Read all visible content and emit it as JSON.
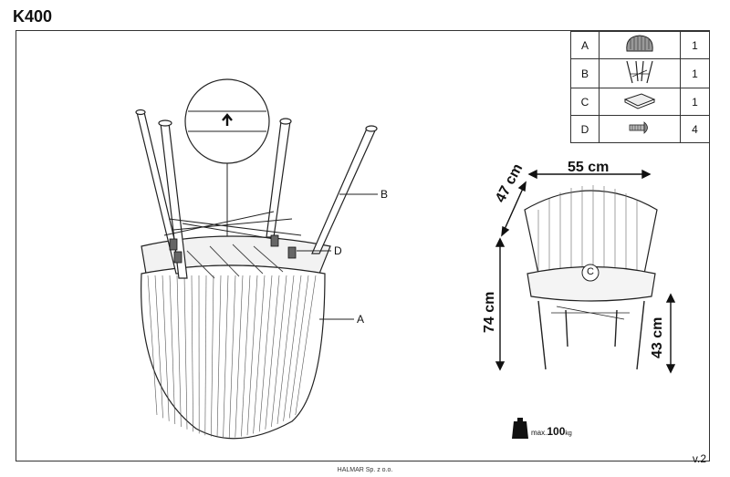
{
  "header": {
    "model": "K400"
  },
  "parts": [
    {
      "key": "A",
      "icon": "chair-shell-icon",
      "qty": "1"
    },
    {
      "key": "B",
      "icon": "legs-frame-icon",
      "qty": "1"
    },
    {
      "key": "C",
      "icon": "seat-cushion-icon",
      "qty": "1"
    },
    {
      "key": "D",
      "icon": "screw-icon",
      "qty": "4"
    }
  ],
  "assembly": {
    "callout_b": "B",
    "callout_d": "D",
    "callout_a": "A"
  },
  "dimensions": {
    "width": "55 cm",
    "depth": "47 cm",
    "height": "74 cm",
    "seat_height": "43 cm",
    "cushion_marker": "C"
  },
  "load": {
    "prefix": "max.",
    "value": "100",
    "unit": "kg"
  },
  "version": "v.2",
  "footer": {
    "company": "HALMAR Sp. z o.o."
  }
}
